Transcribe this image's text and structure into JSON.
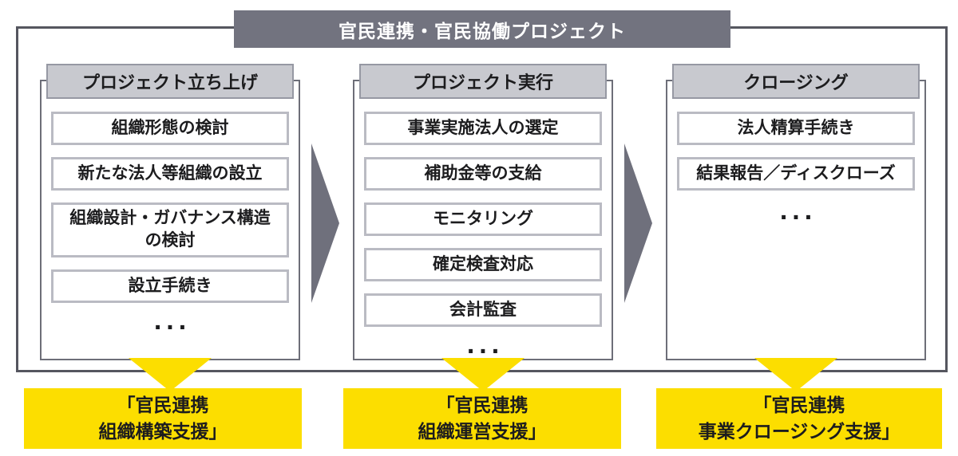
{
  "diagram": {
    "title": "官民連携・官民協働プロジェクト",
    "ellipsis": "...",
    "phases": [
      {
        "header": "プロジェクト立ち上げ",
        "items": [
          "組織形態の検討",
          "新たな法人等組織の設立",
          "組織設計・ガバナンス構造\nの検討",
          "設立手続き"
        ],
        "support": "「官民連携\n組織構築支援」"
      },
      {
        "header": "プロジェクト実行",
        "items": [
          "事業実施法人の選定",
          "補助金等の支給",
          "モニタリング",
          "確定検査対応",
          "会計監査"
        ],
        "support": "「官民連携\n組織運営支援」"
      },
      {
        "header": "クロージング",
        "items": [
          "法人精算手続き",
          "結果報告／ディスクローズ"
        ],
        "support": "「官民連携\n事業クロージング支援」"
      }
    ],
    "colors": {
      "accent_yellow": "#fcde00",
      "slate_gray": "#72737f",
      "header_fill": "#c8c9cf",
      "frame_border": "#55565f",
      "item_border": "#babbc3"
    }
  }
}
